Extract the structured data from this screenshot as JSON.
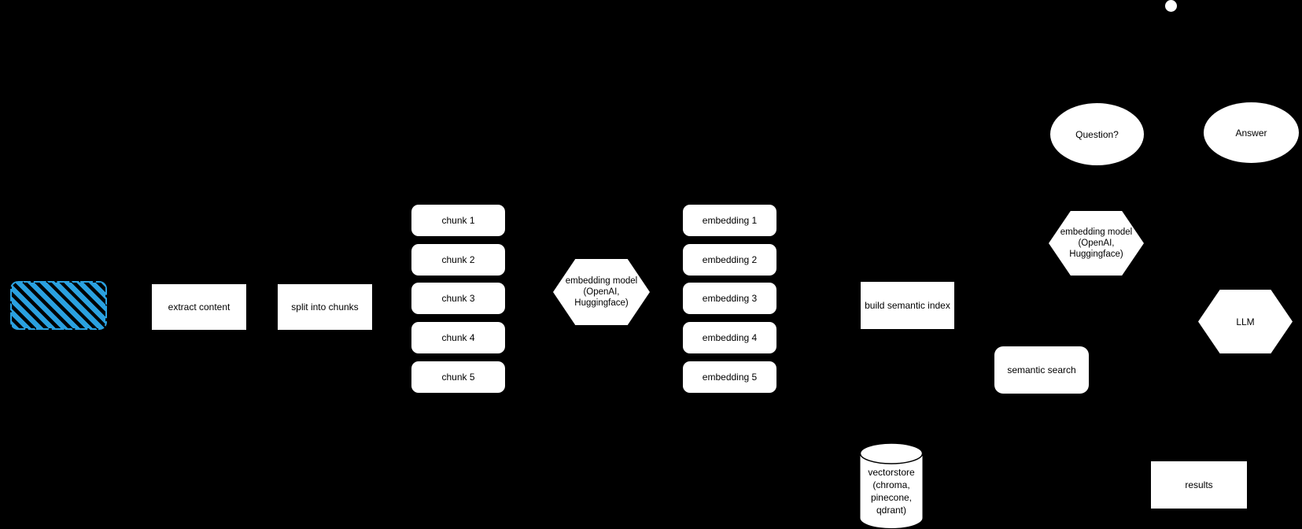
{
  "diagram": {
    "colors": {
      "background": "#000000",
      "node_fill": "#ffffff",
      "node_text": "#000000",
      "document_hatch_blue": "#2aa1e0"
    },
    "nodes": {
      "source_document": {
        "shape": "hatched-dashed-rounded-rectangle",
        "label": ""
      },
      "extract_content": {
        "shape": "rectangle",
        "label": "extract content"
      },
      "split_into_chunks": {
        "shape": "rectangle",
        "label": "split into chunks"
      },
      "chunks": [
        "chunk 1",
        "chunk 2",
        "chunk 3",
        "chunk 4",
        "chunk 5"
      ],
      "embedding_model_indexing": {
        "shape": "hexagon",
        "label": "embedding model\n(OpenAI,\nHuggingface)"
      },
      "embeddings": [
        "embedding 1",
        "embedding 2",
        "embedding 3",
        "embedding 4",
        "embedding 5"
      ],
      "build_semantic_index": {
        "shape": "rectangle",
        "label": "build semantic index"
      },
      "vectorstore": {
        "shape": "cylinder",
        "label": "vectorstore\n(chroma,\npinecone,\nqdrant)"
      },
      "semantic_search": {
        "shape": "rounded-rectangle",
        "label": "semantic search"
      },
      "question": {
        "shape": "ellipse",
        "label": "Question?"
      },
      "answer": {
        "shape": "ellipse",
        "label": "Answer"
      },
      "embedding_model_query": {
        "shape": "hexagon",
        "label": "embedding model\n(OpenAI,\nHuggingface)"
      },
      "llm": {
        "shape": "hexagon",
        "label": "LLM"
      },
      "results": {
        "shape": "rectangle",
        "label": "results"
      }
    },
    "markers": {
      "endpoint_dot": {
        "shape": "circle",
        "color": "#ffffff"
      }
    }
  }
}
